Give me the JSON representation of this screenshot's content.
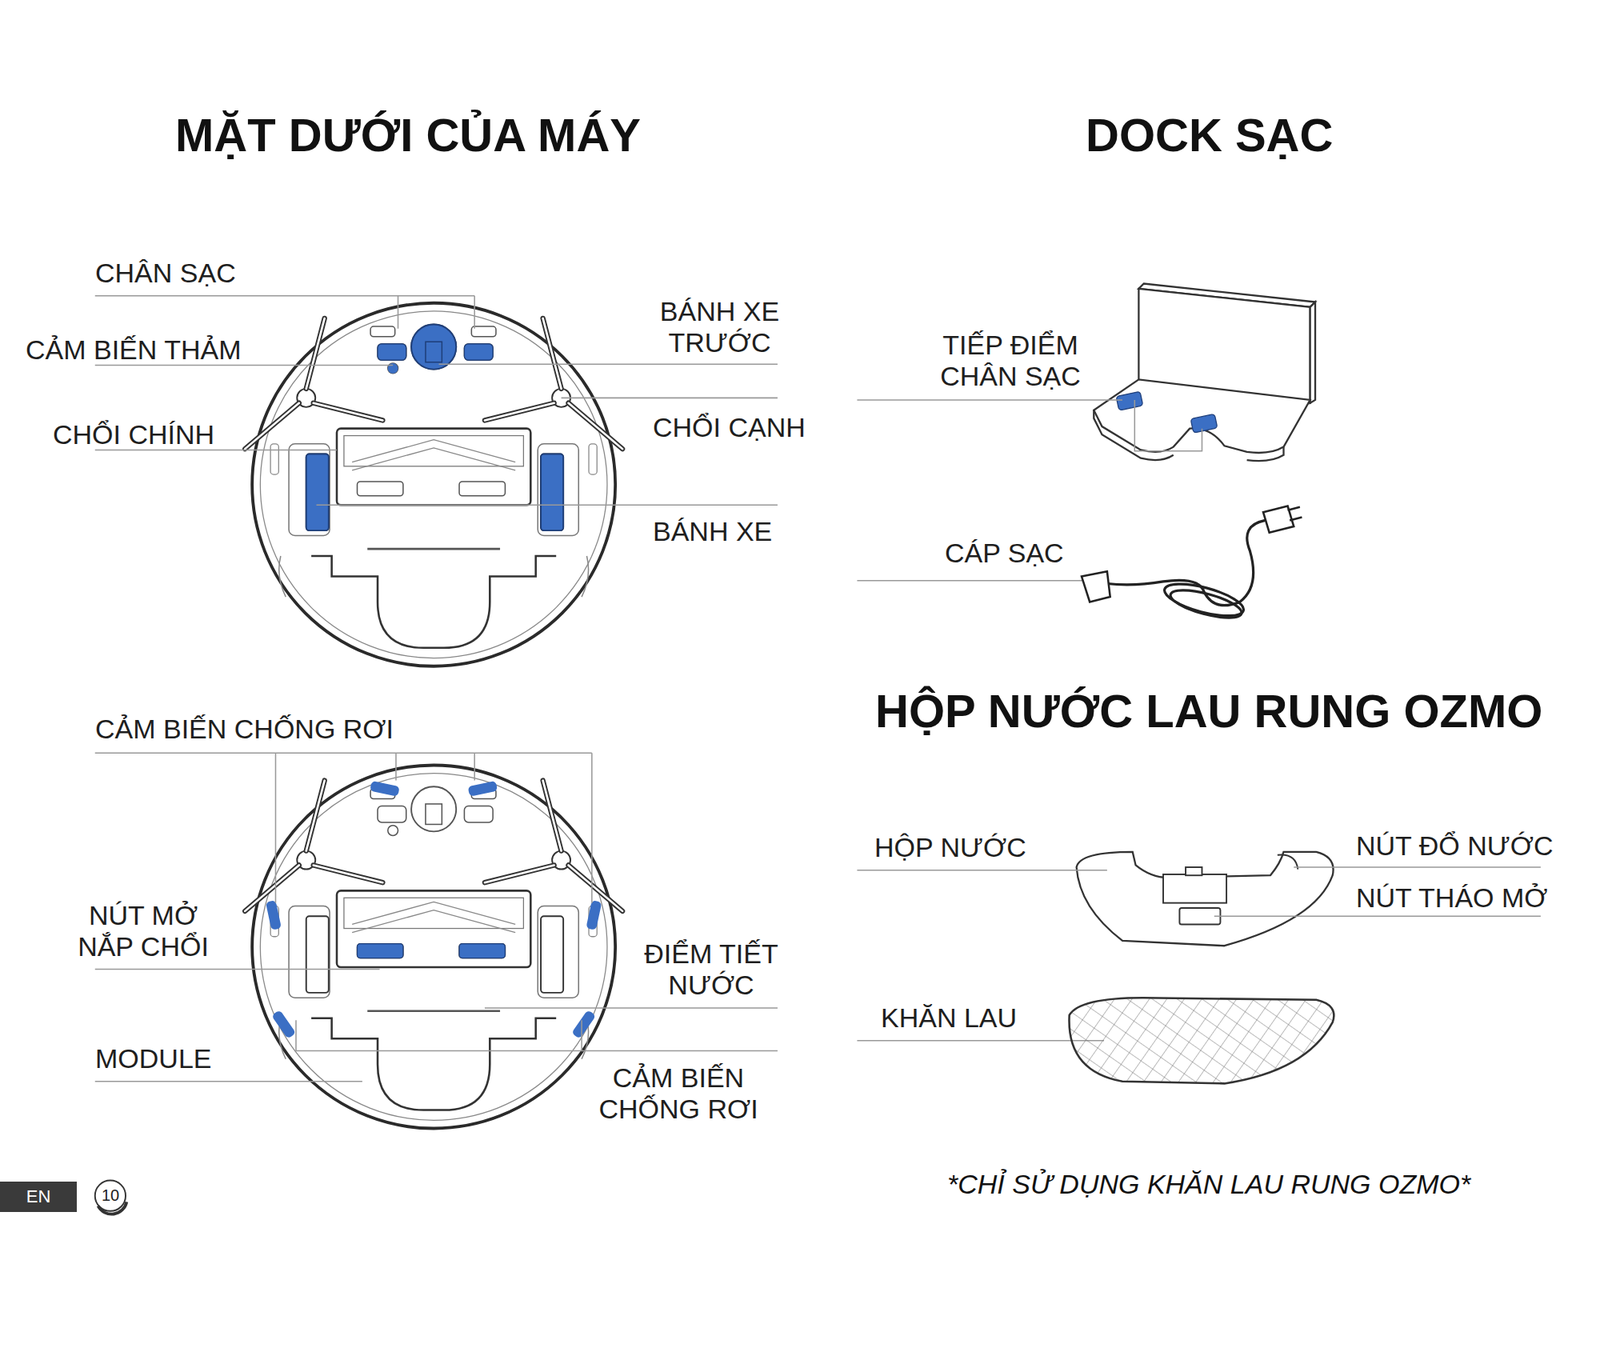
{
  "diagram": {
    "title": "MẶT DƯỚI CỦA MÁY",
    "caption": "*CHỈ SỬ DỤNG KHĂN LAU RUNG OZMO*",
    "labels": [
      "DOCK SẠC",
      "CHÂN SẠC",
      "CẢM BIẾN THẢM",
      "CHỔI CHÍNH",
      "BÁNH XE TRƯỚC",
      "CHỔI CẠNH",
      "BÁNH XE",
      "CẢM BIẾN CHỐNG RƠI",
      "NÚT MỞ NẮP CHỔI",
      "ĐIỂM TIẾT NƯỚC",
      "MODULE",
      "CẢM BIẾN CHỐNG RƠI",
      "TIẾP ĐIỂM CHÂN SẠC",
      "CÁP SẠC",
      "HỘP NƯỚC LAU RUNG OZMO",
      "HỘP NƯỚC",
      "NÚT ĐỔ NƯỚC",
      "NÚT THÁO MỞ",
      "KHĂN LAU",
      "EN",
      "10"
    ]
  }
}
